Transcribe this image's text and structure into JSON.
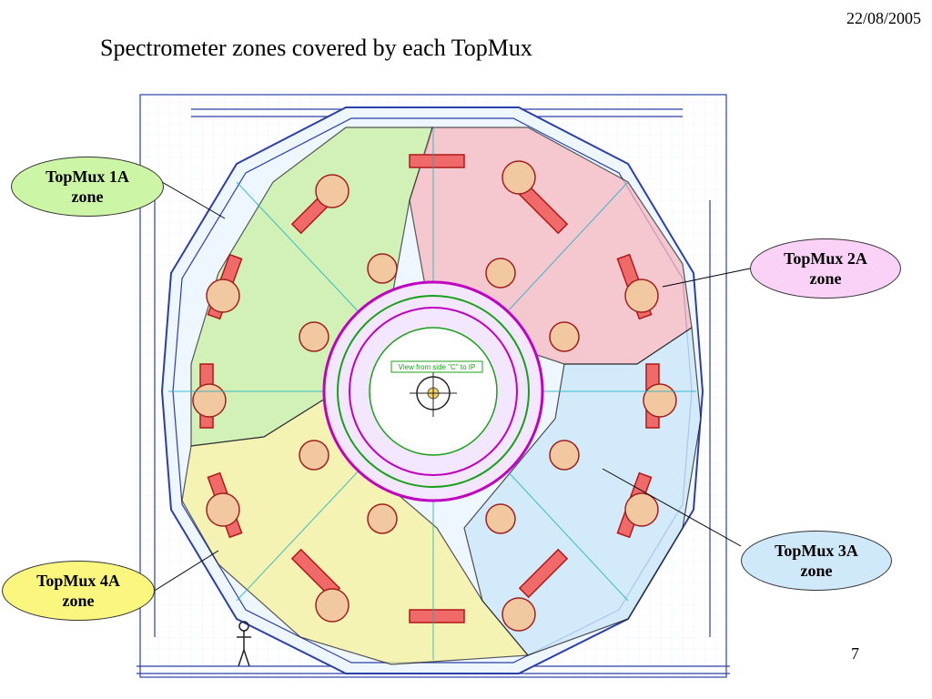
{
  "header": {
    "date": "22/08/2005",
    "title": "Spectrometer zones covered by each TopMux"
  },
  "diagram": {
    "inner_label": "View from side \"C\" to IP"
  },
  "callouts": [
    {
      "line1": "TopMux 1A",
      "line2": "zone",
      "color": "#ccf5a5"
    },
    {
      "line1": "TopMux 2A",
      "line2": "zone",
      "color": "#fbd2f7"
    },
    {
      "line1": "TopMux 3A",
      "line2": "zone",
      "color": "#cfe9fb"
    },
    {
      "line1": "TopMux 4A",
      "line2": "zone",
      "color": "#fbf77e"
    }
  ],
  "footer": {
    "page_number": "7"
  }
}
